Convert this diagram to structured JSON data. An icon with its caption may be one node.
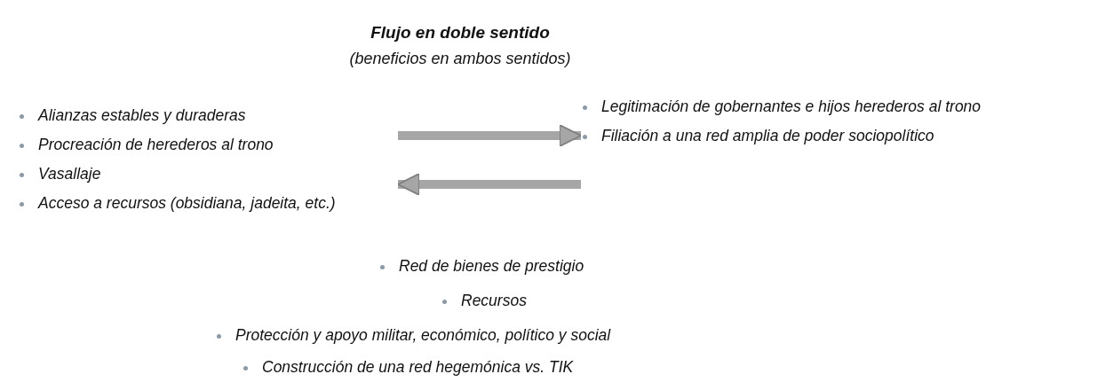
{
  "diagram": {
    "title": "Flujo en doble sentido",
    "nodes": [
      {
        "text": [
          "Alianzas estables y duraderas",
          "Procreación de herederos al trono",
          "Vasallaje",
          "Acceso a recursos (obsidiana, jadeita, etc.)"
        ]
      },
      {
        "text": [
          "Legitimación de gobernantes e hijos herederos al trono",
          "Filiación a una red amplia de poder sociopolítico"
        ]
      }
    ],
    "edges": [
      {
        "from": 0,
        "to": 1,
        "arrow": "to"
      },
      {
        "from": 1,
        "to": 0,
        "arrow": "to"
      }
    ],
    "labels": [
      "(beneficios en ambos sentidos)",
      "Red de bienes de prestigio",
      "Recursos",
      "Protección y apoyo militar, económico, político y social",
      "Construcción de una red hegemónica vs. TIK"
    ]
  }
}
